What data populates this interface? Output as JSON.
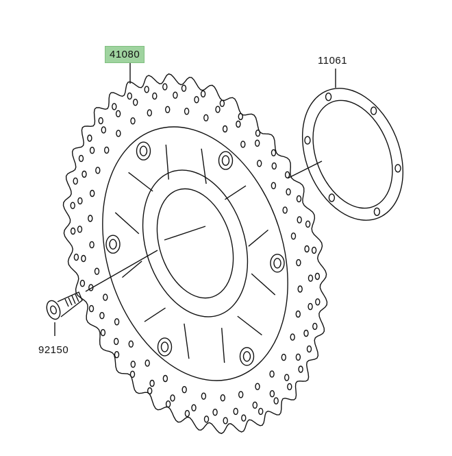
{
  "parts": {
    "disc": {
      "number": "41080",
      "highlighted": true
    },
    "gasket": {
      "number": "11061"
    },
    "bolt": {
      "number": "92150"
    }
  },
  "colors": {
    "line": "#111111",
    "highlight": "#9fd39f",
    "background": "#ffffff"
  }
}
